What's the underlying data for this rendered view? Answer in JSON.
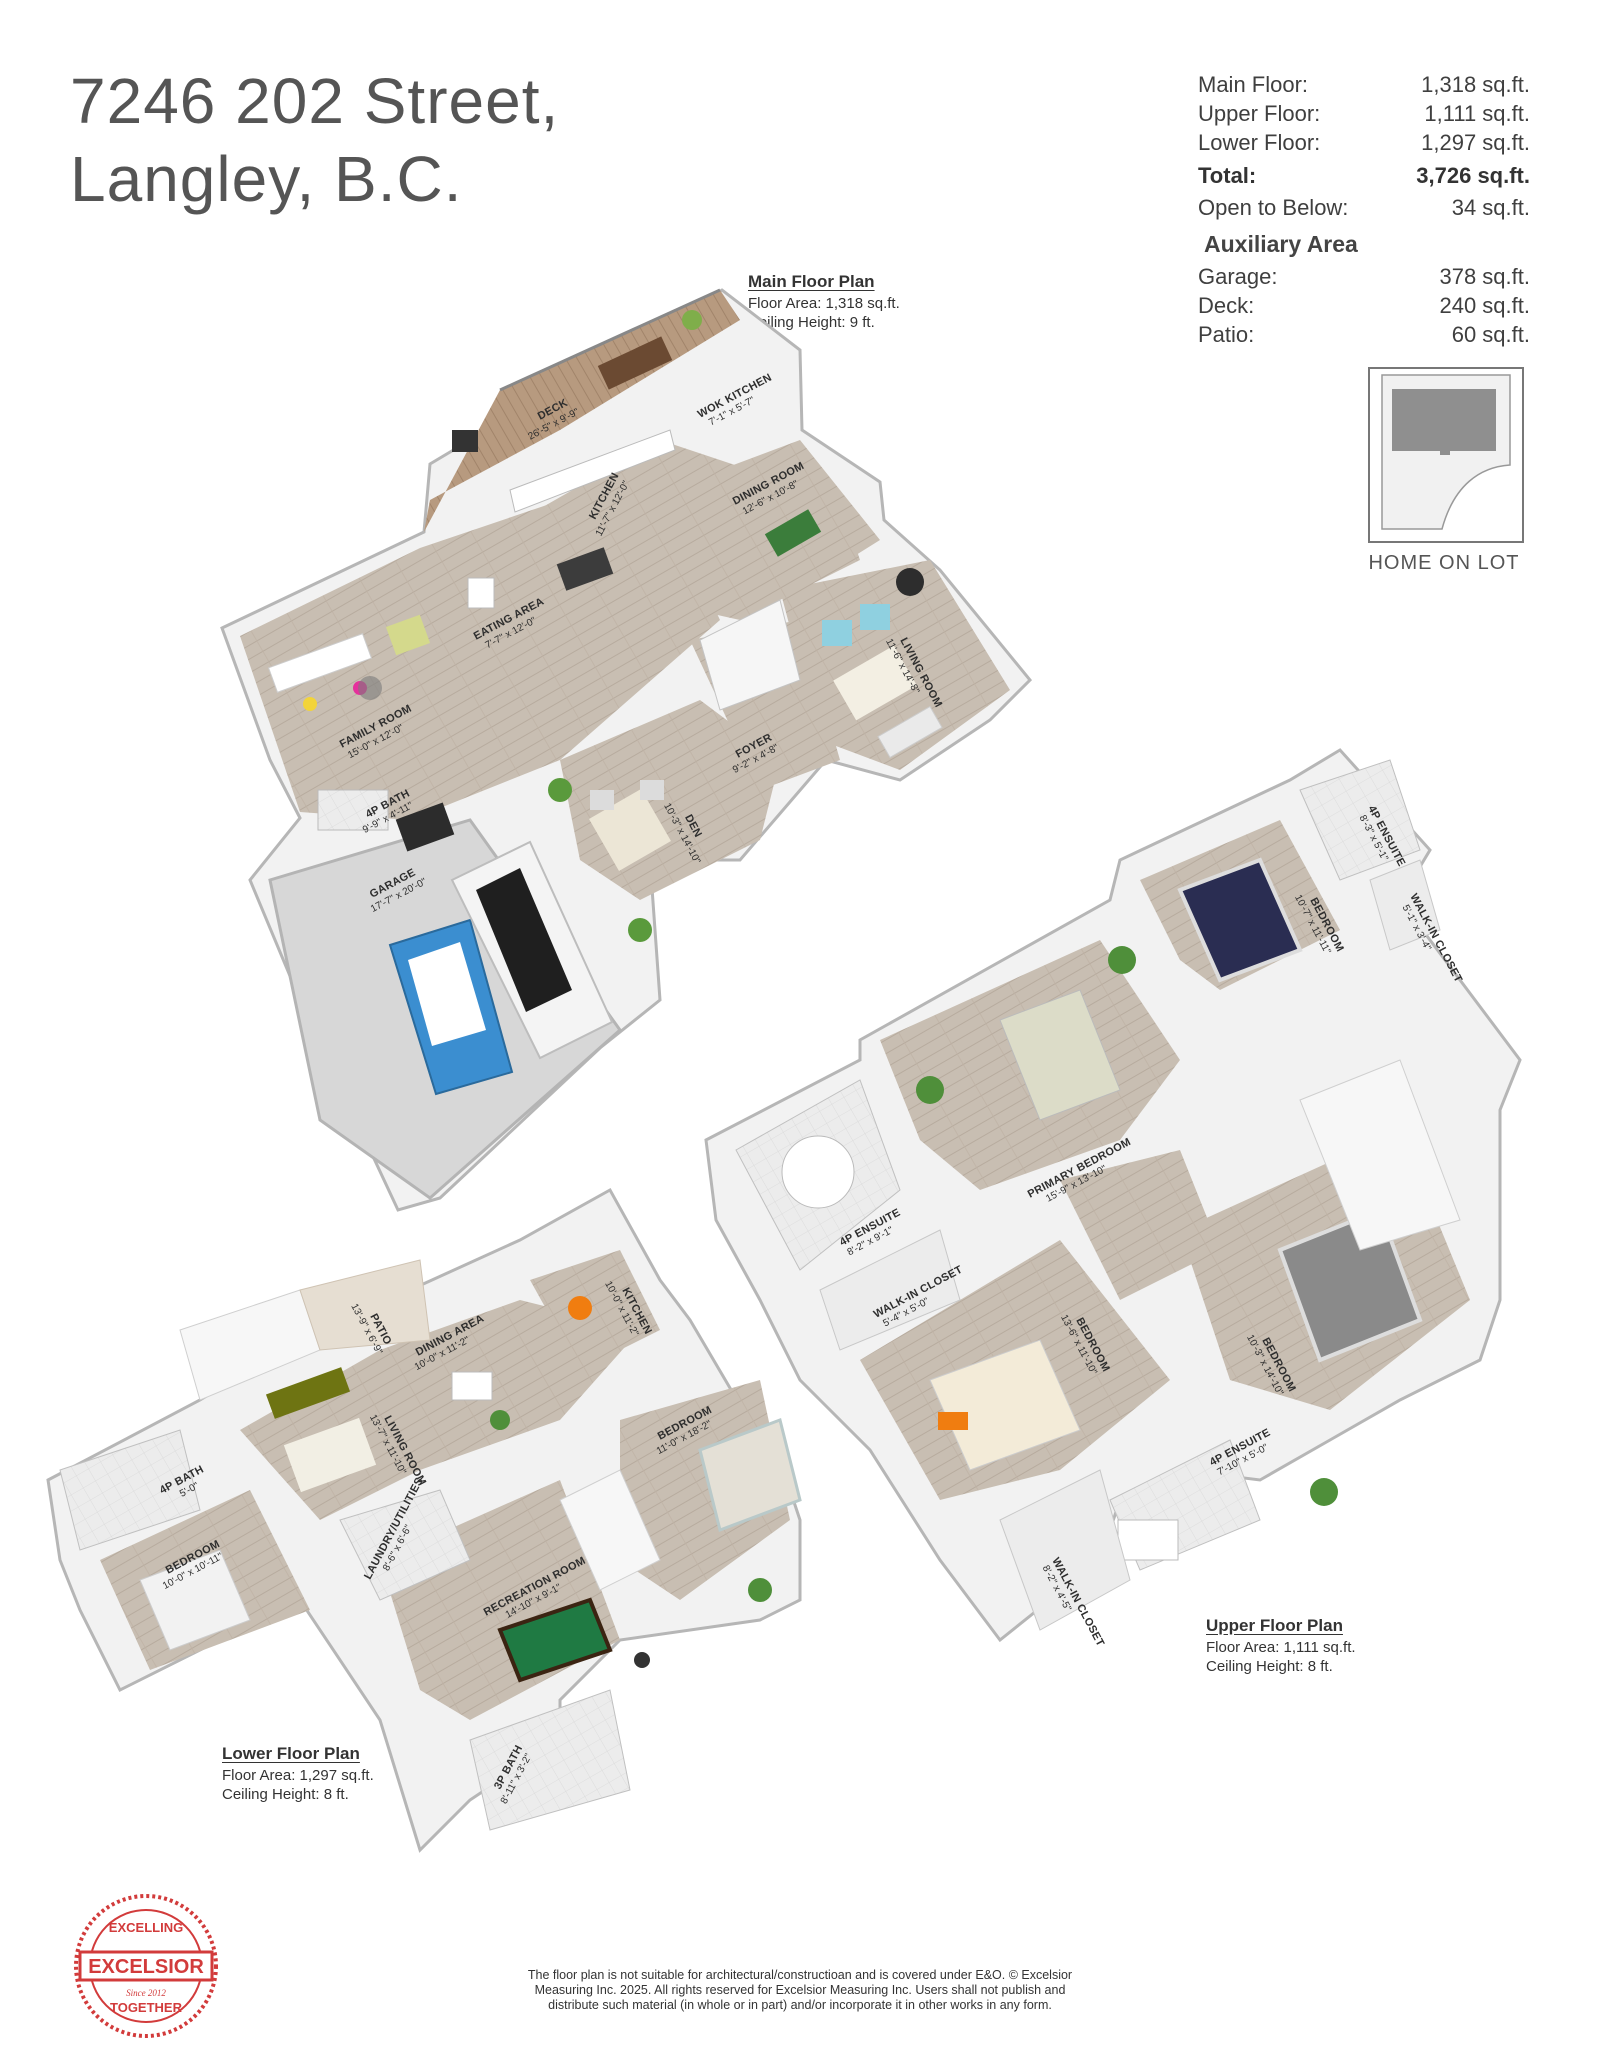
{
  "address": {
    "line1": "7246 202 Street,",
    "line2": "Langley, B.C."
  },
  "summary": {
    "rows": [
      {
        "label": "Main Floor:",
        "value": "1,318 sq.ft."
      },
      {
        "label": "Upper Floor:",
        "value": "1,111 sq.ft."
      },
      {
        "label": "Lower Floor:",
        "value": "1,297 sq.ft."
      }
    ],
    "total": {
      "label": "Total:",
      "value": "3,726 sq.ft."
    },
    "open_to_below": {
      "label": "Open to Below:",
      "value": "34 sq.ft."
    },
    "aux_heading": "Auxiliary Area",
    "aux_rows": [
      {
        "label": "Garage:",
        "value": "378 sq.ft."
      },
      {
        "label": "Deck:",
        "value": "240 sq.ft."
      },
      {
        "label": "Patio:",
        "value": "60 sq.ft."
      }
    ]
  },
  "lot": {
    "caption": "HOME ON LOT"
  },
  "plans": {
    "main": {
      "title": "Main Floor Plan",
      "area": "Floor Area: 1,318 sq.ft.",
      "ceiling": "Ceiling Height: 9 ft."
    },
    "upper": {
      "title": "Upper Floor Plan",
      "area": "Floor Area: 1,111 sq.ft.",
      "ceiling": "Ceiling Height: 8 ft."
    },
    "lower": {
      "title": "Lower Floor Plan",
      "area": "Floor Area: 1,297 sq.ft.",
      "ceiling": "Ceiling Height: 8 ft."
    }
  },
  "rooms": {
    "deck": {
      "name": "DECK",
      "dim": "26'-5\" x 9'-9\""
    },
    "wok_kitchen": {
      "name": "WOK KITCHEN",
      "dim": "7'-1\" x 5'-7\""
    },
    "kitchen_main": {
      "name": "KITCHEN",
      "dim": "11'-7\" x 12'-0\""
    },
    "dining_main": {
      "name": "DINING ROOM",
      "dim": "12'-6\" x 10'-8\""
    },
    "eating_area": {
      "name": "EATING AREA",
      "dim": "7'-7\" x 12'-0\""
    },
    "living_main": {
      "name": "LIVING ROOM",
      "dim": "11'-6\" x 14'-8\""
    },
    "family_room": {
      "name": "FAMILY ROOM",
      "dim": "15'-0\" x 12'-0\""
    },
    "foyer": {
      "name": "FOYER",
      "dim": "9'-2\" x 4'-8\""
    },
    "bath_main": {
      "name": "4P BATH",
      "dim": "9'-9\" x 4'-11\""
    },
    "den": {
      "name": "DEN",
      "dim": "10'-3\" x 14'-10\""
    },
    "garage": {
      "name": "GARAGE",
      "dim": "17'-7\" x 20'-0\""
    },
    "ensuite_small": {
      "name": "4P ENSUITE",
      "dim": "8'-3\" x 5'-1\""
    },
    "bedroom_up1": {
      "name": "BEDROOM",
      "dim": "10'-7\" x 11'-11\""
    },
    "walkin_up1": {
      "name": "WALK-IN CLOSET",
      "dim": "5'-1\" x 3'-4\""
    },
    "primary_bedroom": {
      "name": "PRIMARY BEDROOM",
      "dim": "15'-9\" x 13'-10\""
    },
    "ensuite_primary": {
      "name": "4P ENSUITE",
      "dim": "8'-2\" x 9'-1\""
    },
    "walkin_primary": {
      "name": "WALK-IN CLOSET",
      "dim": "5'-4\" x 5'-0\""
    },
    "bedroom_up2": {
      "name": "BEDROOM",
      "dim": "13'-6\" x 11'-10\""
    },
    "bedroom_up3": {
      "name": "BEDROOM",
      "dim": "10'-3\" x 14'-10\""
    },
    "ensuite_up3": {
      "name": "4P ENSUITE",
      "dim": "7'-10\" x 5'-0\""
    },
    "walkin_up2": {
      "name": "WALK-IN CLOSET",
      "dim": "8'-2\" x 4'-5\""
    },
    "patio": {
      "name": "PATIO",
      "dim": "13'-9\" x 6'-9\""
    },
    "dining_lower": {
      "name": "DINING AREA",
      "dim": "10'-0\" x 11'-2\""
    },
    "kitchen_lower": {
      "name": "KITCHEN",
      "dim": "10'-0\" x 11'-2\""
    },
    "living_lower": {
      "name": "LIVING ROOM",
      "dim": "13'-7\" x 11'-10\""
    },
    "bath_lower": {
      "name": "4P BATH",
      "dim": "5'-0\""
    },
    "bedroom_low1": {
      "name": "BEDROOM",
      "dim": "10'-0\" x 10'-11\""
    },
    "bedroom_low2": {
      "name": "BEDROOM",
      "dim": "11'-0\" x 18'-2\""
    },
    "laundry": {
      "name": "LAUNDRY/UTILITIES",
      "dim": "8'-6\" x 6'-6\""
    },
    "recreation": {
      "name": "RECREATION ROOM",
      "dim": "14'-10\" x 9'-1\""
    },
    "bath_3p": {
      "name": "3P BATH",
      "dim": "8'-11\" x 3'-2\""
    }
  },
  "footer": {
    "line1": "The floor plan is not suitable for architectural/constructioan and is covered under E&O. © Excelsior",
    "line2": "Measuring Inc. 2025. All rights reserved for Excelsior Measuring Inc. Users shall not publish and",
    "line3": "distribute such material (in whole or in part) and/or incorporate it in other works in any form."
  },
  "logo": {
    "top": "EXCELLING",
    "name": "EXCELSIOR",
    "since": "Since 2012",
    "bottom": "TOGETHER"
  },
  "colors": {
    "wall": "#f4f4f4",
    "wall_edge": "#bdbdbd",
    "floor": "#c9bfb3",
    "tile": "#eaeaea",
    "accent": "#d23b3b"
  }
}
